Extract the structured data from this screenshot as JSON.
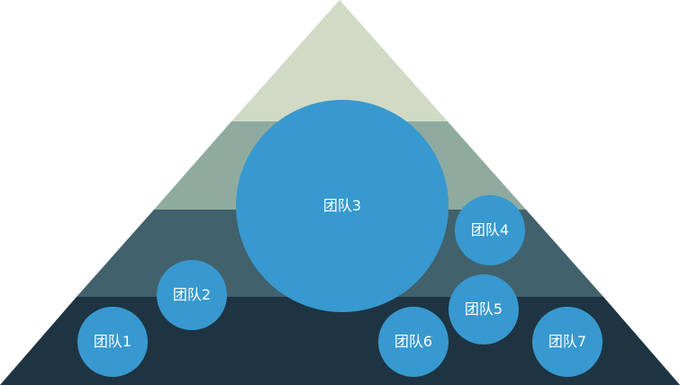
{
  "colors": {
    "tier_top": "#D0DAC4",
    "tier_second": "#8FAB9F",
    "tier_third": "#41616D",
    "tier_bottom": "#1E3442",
    "circle": "#3799CF",
    "label": "#FFFFFF"
  },
  "teams": [
    {
      "label": "团队1"
    },
    {
      "label": "团队2"
    },
    {
      "label": "团队3"
    },
    {
      "label": "团队4"
    },
    {
      "label": "团队5"
    },
    {
      "label": "团队6"
    },
    {
      "label": "团队7"
    }
  ]
}
